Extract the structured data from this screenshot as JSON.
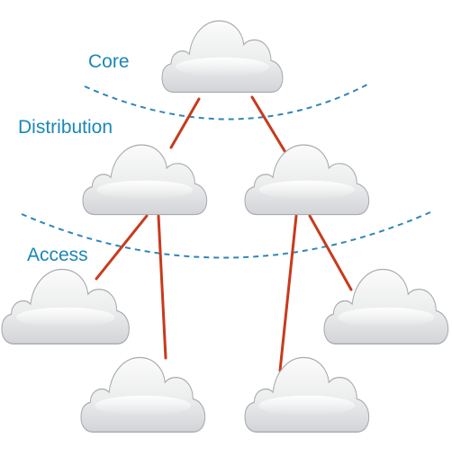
{
  "diagram": {
    "layers": [
      {
        "id": "core",
        "label": "Core"
      },
      {
        "id": "distribution",
        "label": "Distribution"
      },
      {
        "id": "access",
        "label": "Access"
      }
    ],
    "nodes": [
      {
        "id": "core-cloud",
        "layer": "core"
      },
      {
        "id": "distribution-cloud-left",
        "layer": "distribution"
      },
      {
        "id": "distribution-cloud-right",
        "layer": "distribution"
      },
      {
        "id": "access-cloud-1",
        "layer": "access"
      },
      {
        "id": "access-cloud-2",
        "layer": "access"
      },
      {
        "id": "access-cloud-3",
        "layer": "access"
      },
      {
        "id": "access-cloud-4",
        "layer": "access"
      }
    ],
    "links": [
      {
        "from": "core-cloud",
        "to": "distribution-cloud-left"
      },
      {
        "from": "core-cloud",
        "to": "distribution-cloud-right"
      },
      {
        "from": "distribution-cloud-left",
        "to": "access-cloud-1"
      },
      {
        "from": "distribution-cloud-left",
        "to": "access-cloud-2"
      },
      {
        "from": "distribution-cloud-right",
        "to": "access-cloud-3"
      },
      {
        "from": "distribution-cloud-right",
        "to": "access-cloud-4"
      }
    ],
    "colors": {
      "label": "#1a87b8",
      "boundary": "#2f86b6",
      "link": "#c83a1c",
      "cloud_fill_top": "#fbfbfc",
      "cloud_fill_bottom": "#d3d4d8",
      "cloud_stroke": "#a8aab0"
    }
  }
}
